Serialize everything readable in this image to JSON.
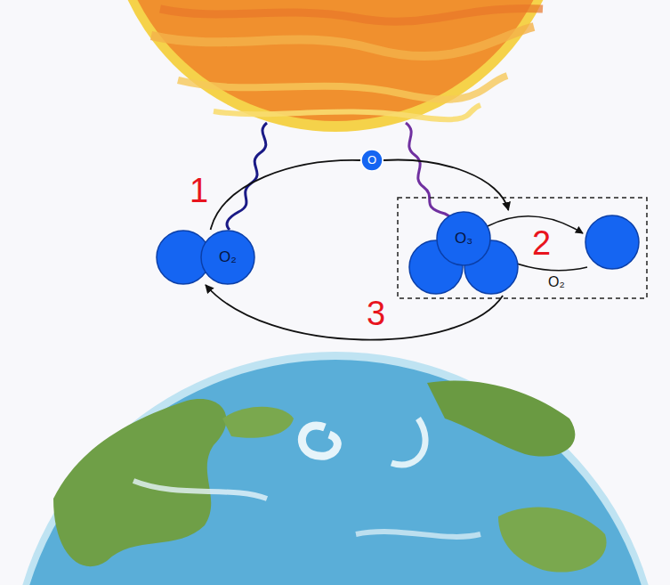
{
  "diagram": {
    "nodes": [
      {
        "text": [
          "O₂"
        ]
      },
      {
        "text": [
          "O"
        ]
      },
      {
        "text": [
          "O₃"
        ]
      }
    ],
    "edges": [
      {
        "from": 0,
        "to": 1,
        "arrow": "none"
      },
      {
        "from": 1,
        "to": 2,
        "arrow": "to"
      },
      {
        "from": 2,
        "to": 0,
        "arrow": "to"
      }
    ],
    "labels": [
      "1",
      "2",
      "O₂",
      "3"
    ]
  }
}
